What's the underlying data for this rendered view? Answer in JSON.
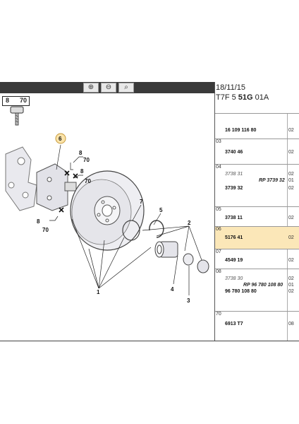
{
  "toolbar": {
    "zoom_in_icon": "zoom-in-icon",
    "zoom_out_icon": "zoom-out-icon",
    "zoom_fit_icon": "zoom-fit-icon"
  },
  "diagram": {
    "ref_box": {
      "left": "8",
      "right": "70"
    },
    "callouts": {
      "c6": "6",
      "c8a": "8",
      "c70a": "70",
      "c8b": "8",
      "c70b": "70",
      "c8c": "8",
      "c70c": "70",
      "c7": "7",
      "c5": "5",
      "c2": "2",
      "c1": "1",
      "c4": "4",
      "c3": "3"
    }
  },
  "header": {
    "date": "18/11/15",
    "code_prefix": "T7F 5",
    "code_main": "51G",
    "code_suffix": "01A"
  },
  "parts": {
    "rows": [
      {
        "num": "",
        "ref": "16 109 116 80",
        "q": "02"
      },
      {
        "num": "03",
        "ref": "3740 46",
        "q": "02"
      },
      {
        "num": "04",
        "old": "3738 31",
        "rp": "RP 3739 32",
        "ref": "3739 32",
        "q1": "02",
        "q2": "01",
        "q3": "02"
      },
      {
        "num": "05",
        "ref": "3738 11",
        "q": "02"
      },
      {
        "num": "06",
        "ref": "5176 41",
        "q": "02"
      },
      {
        "num": "07",
        "ref": "4549 19",
        "q": "02"
      },
      {
        "num": "08",
        "old": "3738 30",
        "rp": "RP 96 780 108 80",
        "ref": "96 780 108 80",
        "q1": "02",
        "q2": "01",
        "q3": "02"
      },
      {
        "num": "70",
        "ref": "6913 T7",
        "q": "08"
      }
    ]
  }
}
